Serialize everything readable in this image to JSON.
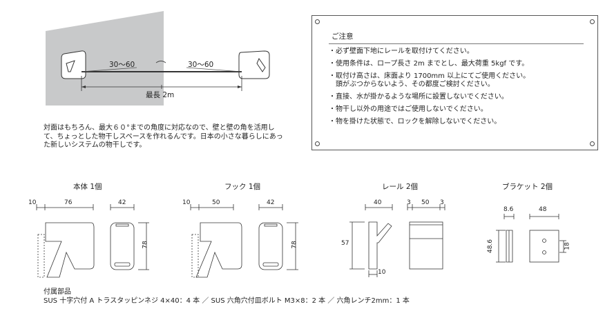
{
  "top_diagram": {
    "angle_left": "30〜60",
    "angle_right": "30〜60",
    "length_label": "最長 2m"
  },
  "description": "対面はもちろん、最大６０°までの角度に対応なので、壁と壁の角を活用して、ちょっとした物干しスペースを作れるんです。日本の小さな暮らしにあった新しいシステムの物干しです。",
  "notice": {
    "title": "ご注意",
    "items": [
      "・必ず壁面下地にレールを取付けてください。",
      "・使用条件は、ロープ長さ 2m までとし、最大荷重 5kgf です。",
      "・取付け高さは、床面より 1700mm 以上にてご使用ください。\n　頭がぶつからないよう、その都度ご検討ください。",
      "・直接、水が掛かるような場所に設置しないでください。",
      "・物干し以外の用途ではご使用しないでください。",
      "・物を掛けた状態で、ロックを解除しないでください。"
    ]
  },
  "parts": [
    {
      "label": "本体  1個",
      "dims": [
        "10",
        "76",
        "42",
        "78"
      ]
    },
    {
      "label": "フック  1個",
      "dims": [
        "10",
        "50",
        "42",
        "78"
      ]
    },
    {
      "label": "レール  2個",
      "dims": [
        "40",
        "3",
        "50",
        "3",
        "57",
        "10"
      ]
    },
    {
      "label": "ブラケット  2個",
      "dims": [
        "8.6",
        "48",
        "48.6",
        "18"
      ]
    }
  ],
  "accessories": {
    "heading": "付属部品",
    "text": "SUS 十字穴付 A トラスタッピンネジ 4×40：4 本 ／ SUS 六角穴付皿ボルト M3×8：2 本 ／ 六角レンチ2mm：1 本"
  }
}
